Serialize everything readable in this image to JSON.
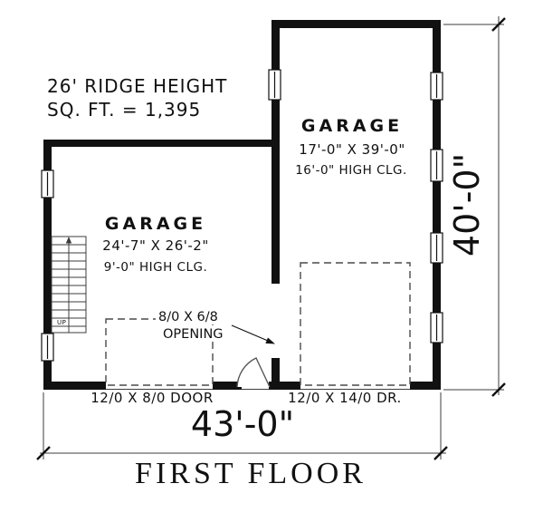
{
  "plan": {
    "title": "FIRST FLOOR",
    "colors": {
      "ink": "#111111",
      "thin_line": "#3c3c3c",
      "dashed_line": "#4a4a4a"
    },
    "annotations": {
      "ridge_height": "26' RIDGE HEIGHT",
      "square_footage": "SQ. FT. = 1,395"
    },
    "rooms": [
      {
        "name": "GARAGE",
        "size": "17'-0\" X 39'-0\"",
        "ceiling": "16'-0\" HIGH CLG."
      },
      {
        "name": "GARAGE",
        "size": "24'-7\" X 26'-2\"",
        "ceiling": "9'-0\" HIGH CLG."
      }
    ],
    "openings": {
      "interior_opening_size": "8/0 X 6/8",
      "interior_opening_word": "OPENING",
      "left_garage_door": "12/0 X 8/0 DOOR",
      "right_garage_door": "12/0 X 14/0 DR."
    },
    "dimensions": {
      "overall_width": "43'-0\"",
      "overall_depth": "40'-0\""
    },
    "stairs": {
      "direction_label": "UP"
    }
  }
}
